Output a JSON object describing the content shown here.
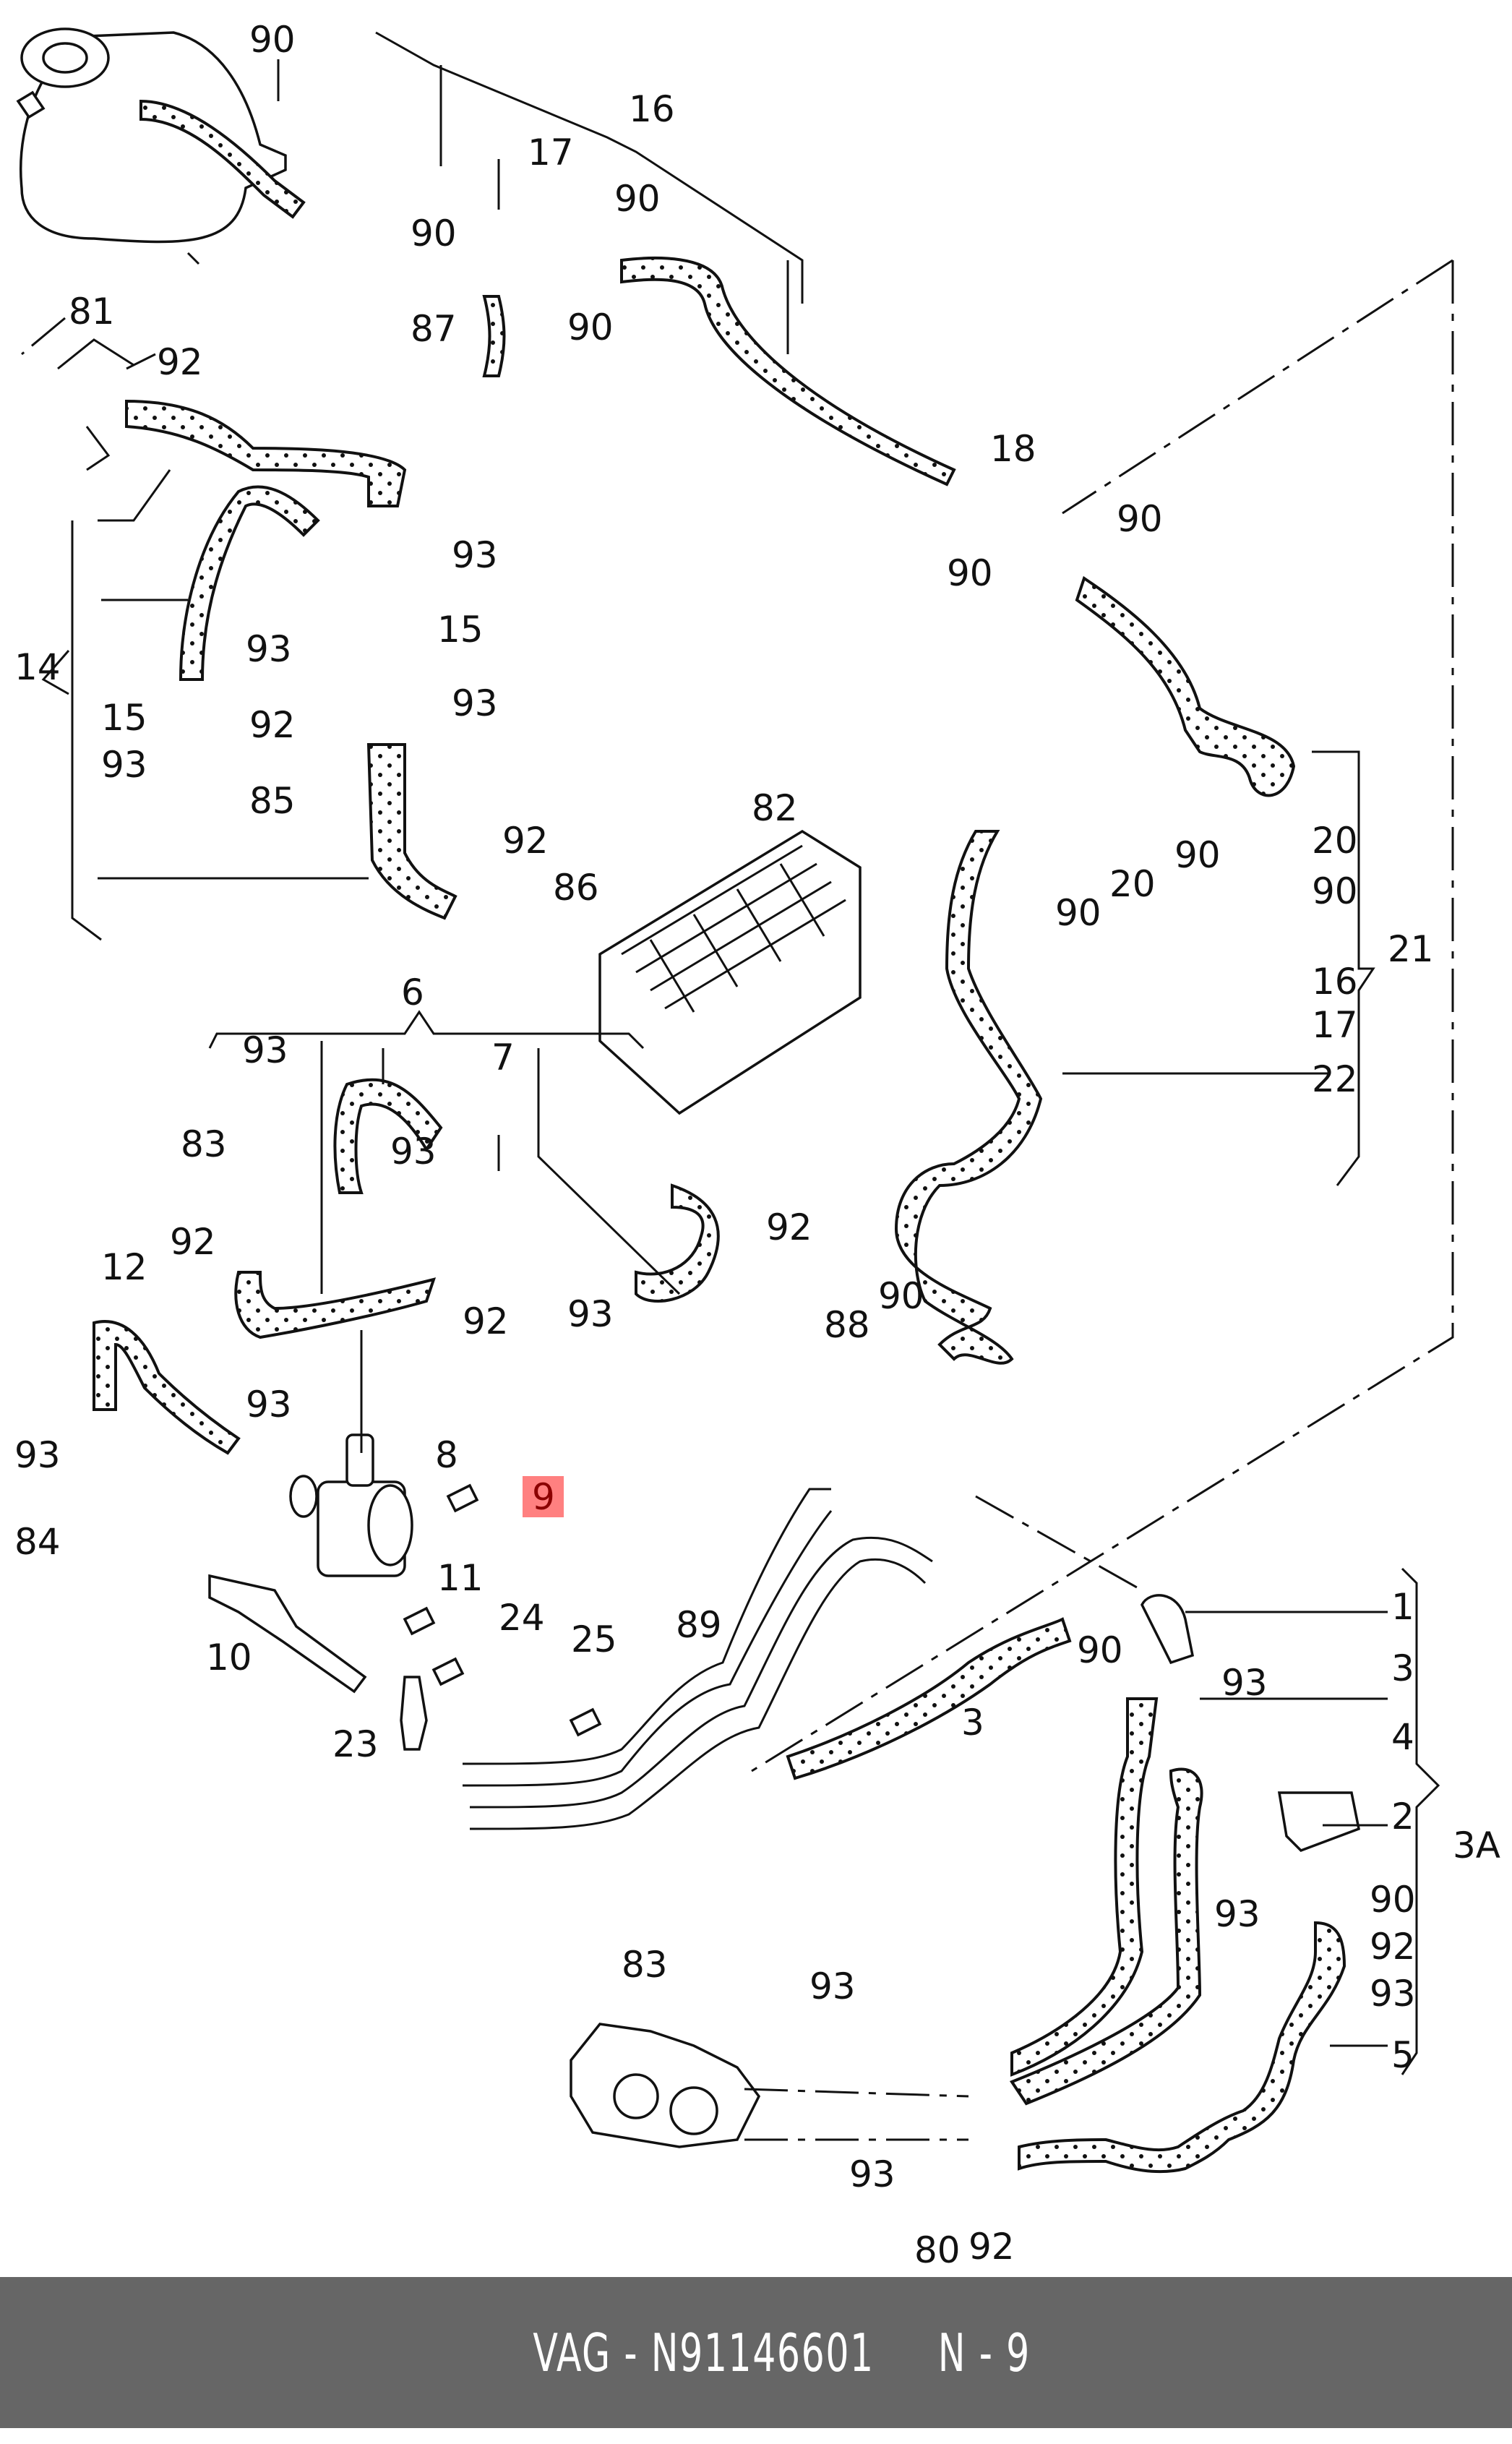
{
  "diagram": {
    "title": "Coolant hose and pipe assembly exploded view",
    "highlight_color": "#ff8080",
    "highlight_text_color": "#8b0000",
    "callouts": [
      {
        "id": "c-90-a",
        "text": "90"
      },
      {
        "id": "c-16-a",
        "text": "16"
      },
      {
        "id": "c-17-a",
        "text": "17"
      },
      {
        "id": "c-90-b",
        "text": "90"
      },
      {
        "id": "c-90-c",
        "text": "90"
      },
      {
        "id": "c-90-d",
        "text": "90"
      },
      {
        "id": "c-87",
        "text": "87"
      },
      {
        "id": "c-81",
        "text": "81"
      },
      {
        "id": "c-92-a",
        "text": "92"
      },
      {
        "id": "c-18",
        "text": "18"
      },
      {
        "id": "c-90-e",
        "text": "90"
      },
      {
        "id": "c-90-f",
        "text": "90"
      },
      {
        "id": "c-93-a",
        "text": "93"
      },
      {
        "id": "c-93-b",
        "text": "93"
      },
      {
        "id": "c-15-a",
        "text": "15"
      },
      {
        "id": "c-93-c",
        "text": "93"
      },
      {
        "id": "c-14",
        "text": "14"
      },
      {
        "id": "c-15-b",
        "text": "15"
      },
      {
        "id": "c-92-b",
        "text": "92"
      },
      {
        "id": "c-93-d",
        "text": "93"
      },
      {
        "id": "c-85",
        "text": "85"
      },
      {
        "id": "c-92-c",
        "text": "92"
      },
      {
        "id": "c-86",
        "text": "86"
      },
      {
        "id": "c-82",
        "text": "82"
      },
      {
        "id": "c-90-g",
        "text": "90"
      },
      {
        "id": "c-20-a",
        "text": "20"
      },
      {
        "id": "c-90-h",
        "text": "90"
      },
      {
        "id": "c-20-b",
        "text": "20"
      },
      {
        "id": "c-90-i",
        "text": "90"
      },
      {
        "id": "c-21",
        "text": "21"
      },
      {
        "id": "c-16-b",
        "text": "16"
      },
      {
        "id": "c-17-b",
        "text": "17"
      },
      {
        "id": "c-22",
        "text": "22"
      },
      {
        "id": "c-6",
        "text": "6"
      },
      {
        "id": "c-93-e",
        "text": "93"
      },
      {
        "id": "c-7",
        "text": "7"
      },
      {
        "id": "c-83-a",
        "text": "83"
      },
      {
        "id": "c-93-f",
        "text": "93"
      },
      {
        "id": "c-92-d",
        "text": "92"
      },
      {
        "id": "c-92-e",
        "text": "92"
      },
      {
        "id": "c-93-g",
        "text": "93"
      },
      {
        "id": "c-92-f",
        "text": "92"
      },
      {
        "id": "c-12",
        "text": "12"
      },
      {
        "id": "c-88",
        "text": "88"
      },
      {
        "id": "c-90-j",
        "text": "90"
      },
      {
        "id": "c-93-h",
        "text": "93"
      },
      {
        "id": "c-93-i",
        "text": "93"
      },
      {
        "id": "c-8",
        "text": "8"
      },
      {
        "id": "c-9",
        "text": "9",
        "highlighted": true
      },
      {
        "id": "c-84",
        "text": "84"
      },
      {
        "id": "c-11",
        "text": "11"
      },
      {
        "id": "c-10",
        "text": "10"
      },
      {
        "id": "c-24",
        "text": "24"
      },
      {
        "id": "c-25",
        "text": "25"
      },
      {
        "id": "c-89",
        "text": "89"
      },
      {
        "id": "c-23",
        "text": "23"
      },
      {
        "id": "c-1",
        "text": "1"
      },
      {
        "id": "c-3-a",
        "text": "3"
      },
      {
        "id": "c-90-k",
        "text": "90"
      },
      {
        "id": "c-93-j",
        "text": "93"
      },
      {
        "id": "c-3-b",
        "text": "3"
      },
      {
        "id": "c-4",
        "text": "4"
      },
      {
        "id": "c-2",
        "text": "2"
      },
      {
        "id": "c-3A",
        "text": "3A"
      },
      {
        "id": "c-93-k",
        "text": "93"
      },
      {
        "id": "c-90-l",
        "text": "90"
      },
      {
        "id": "c-92-g",
        "text": "92"
      },
      {
        "id": "c-93-l",
        "text": "93"
      },
      {
        "id": "c-83-b",
        "text": "83"
      },
      {
        "id": "c-93-m",
        "text": "93"
      },
      {
        "id": "c-5",
        "text": "5"
      },
      {
        "id": "c-93-n",
        "text": "93"
      },
      {
        "id": "c-80",
        "text": "80"
      },
      {
        "id": "c-92-h",
        "text": "92"
      }
    ]
  },
  "footer": {
    "brand": "VAG",
    "separator": " - ",
    "part_number": "N91146601",
    "position_label": "N - 9"
  }
}
